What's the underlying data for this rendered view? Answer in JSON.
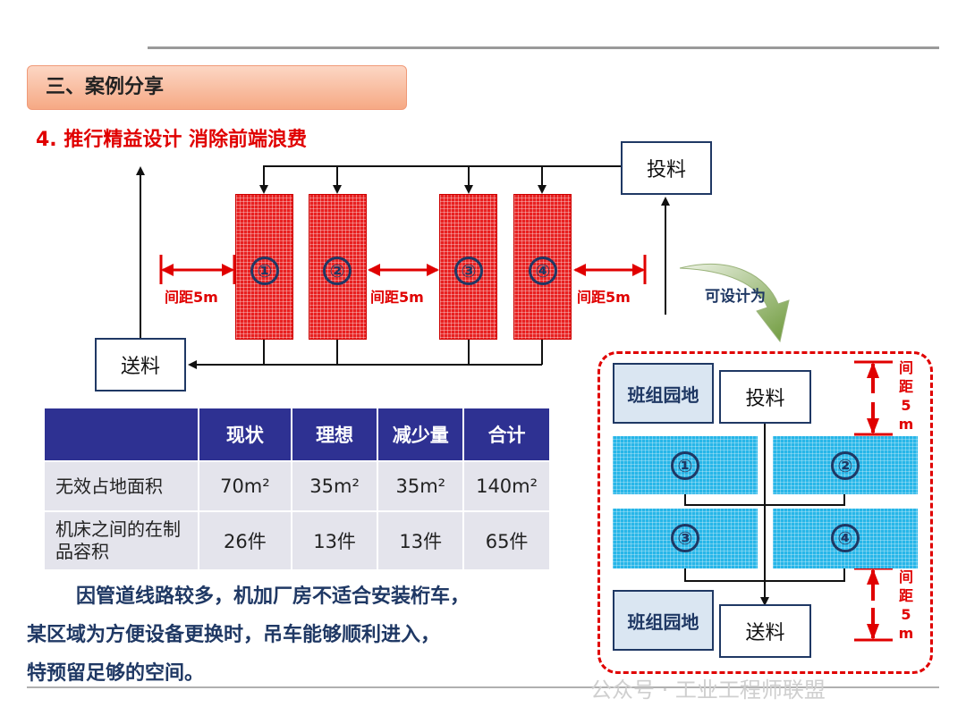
{
  "header": {
    "section_title": "三、案例分享"
  },
  "subtitle": "4. 推行精益设计 消除前端浪费",
  "current_layout": {
    "feed_in_label": "投料",
    "feed_out_label": "送料",
    "machines": [
      "①",
      "②",
      "③",
      "④"
    ],
    "spacing_label": "间距5m",
    "machine_color": "#e82020"
  },
  "redesign": {
    "arrow_label": "可设计为",
    "garden_label": "班组园地",
    "feed_in_label": "投料",
    "feed_out_label": "送料",
    "machines": [
      "①",
      "②",
      "③",
      "④"
    ],
    "spacing_chars": [
      "间",
      "距",
      "5",
      "m"
    ],
    "machine_color": "#27b6e8"
  },
  "table": {
    "headers": [
      "",
      "现状",
      "理想",
      "减少量",
      "合计"
    ],
    "rows": [
      {
        "label": "无效占地面积",
        "values": [
          "70m²",
          "35m²",
          "35m²",
          "140m²"
        ]
      },
      {
        "label": "机床之间的在制品容积",
        "values": [
          "26件",
          "13件",
          "13件",
          "65件"
        ]
      }
    ]
  },
  "body_text": {
    "line1": "因管道线路较多，机加厂房不适合安装桁车，",
    "line2": "某区域为方便设备更换时，吊车能够顺利进入，",
    "line3": "特预留足够的空间。"
  },
  "watermark": "公众号 · 工业工程师联盟"
}
